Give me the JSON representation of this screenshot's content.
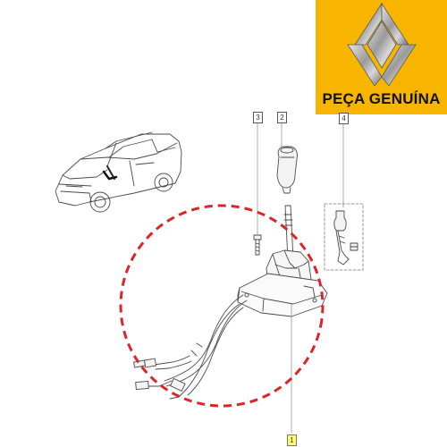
{
  "badge": {
    "text": "PEÇA GENUÍNA",
    "background_color": "#f7b500",
    "logo_icon": "renault-diamond-logo"
  },
  "callouts": [
    {
      "label": "3"
    },
    {
      "label": "2"
    },
    {
      "label": "4"
    },
    {
      "label": "1"
    }
  ],
  "colors": {
    "highlight_ellipse": "#d9262b",
    "line_art": "#444444",
    "callout_highlight": "#ffff66"
  }
}
